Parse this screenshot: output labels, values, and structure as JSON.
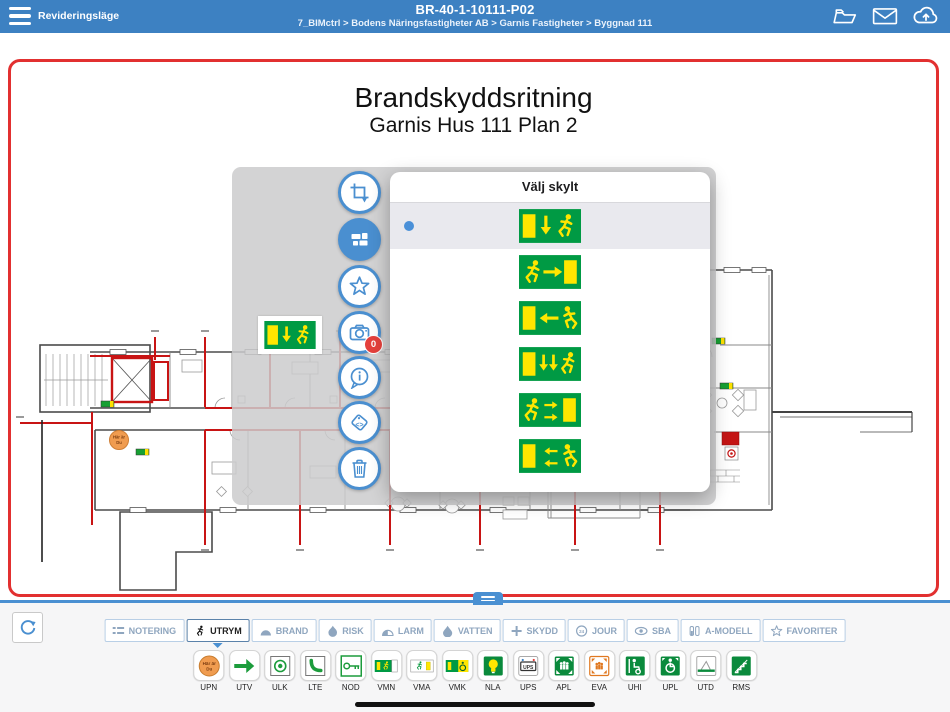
{
  "header": {
    "mode_label": "Revideringsläge",
    "title": "BR-40-1-10111-P02",
    "breadcrumb": "7_BIMctrl > Bodens Näringsfastigheter AB > Garnis Fastigheter > Byggnad 111",
    "right_icons": [
      "folder-open-icon",
      "envelope-icon",
      "cloud-upload-icon"
    ]
  },
  "drawing": {
    "title": "Brandskyddsritning",
    "subtitle": "Garnis Hus 111 Plan 2",
    "border_color": "#e23030",
    "you_are_here": {
      "line1": "Här är",
      "line2": "Du"
    }
  },
  "side_toolbar": {
    "camera_badge": "0",
    "buttons": [
      {
        "icon": "crop-icon",
        "active": false
      },
      {
        "icon": "layout-cards-icon",
        "active": true
      },
      {
        "icon": "star-icon",
        "active": false
      },
      {
        "icon": "camera-icon",
        "active": false,
        "badge": "0"
      },
      {
        "icon": "info-bubble-icon",
        "active": false
      },
      {
        "icon": "tag-code-icon",
        "active": false
      },
      {
        "icon": "trash-icon",
        "active": false
      }
    ]
  },
  "popup": {
    "title": "Välj skylt",
    "options": [
      {
        "sign": "exit-door-left-arrow-down-runner",
        "selected": true
      },
      {
        "sign": "exit-runner-arrow-right-door-right",
        "selected": false
      },
      {
        "sign": "exit-door-left-arrow-left-runner",
        "selected": false
      },
      {
        "sign": "exit-door-left-double-arrow-down-runner",
        "selected": false
      },
      {
        "sign": "exit-runner-double-arrow-right-door-right",
        "selected": false
      },
      {
        "sign": "exit-door-left-double-arrow-left-runner",
        "selected": false
      }
    ]
  },
  "bottom_bar": {
    "tabs": [
      {
        "label": "NOTERING",
        "icon": "list-icon",
        "active": false
      },
      {
        "label": "UTRYM",
        "icon": "running-man-icon",
        "active": true
      },
      {
        "label": "BRAND",
        "icon": "dome-icon",
        "active": false
      },
      {
        "label": "RISK",
        "icon": "flame-icon",
        "active": false
      },
      {
        "label": "LARM",
        "icon": "half-dome-icon",
        "active": false
      },
      {
        "label": "VATTEN",
        "icon": "droplet-icon",
        "active": false
      },
      {
        "label": "SKYDD",
        "icon": "plus-icon",
        "active": false
      },
      {
        "label": "JOUR",
        "icon": "clock-24-icon",
        "active": false
      },
      {
        "label": "SBA",
        "icon": "eye-icon",
        "active": false
      },
      {
        "label": "A-MODELL",
        "icon": "building-icon",
        "active": false
      },
      {
        "label": "FAVORITER",
        "icon": "star-outline-icon",
        "active": false
      }
    ],
    "tools": [
      {
        "label": "UPN",
        "icon": "you-are-here-icon"
      },
      {
        "label": "UTV",
        "icon": "green-arrow-right-icon"
      },
      {
        "label": "ULK",
        "icon": "target-icon"
      },
      {
        "label": "LTE",
        "icon": "phone-icon"
      },
      {
        "label": "NOD",
        "icon": "key-icon"
      },
      {
        "label": "VMN",
        "icon": "exit-sign-small-icon"
      },
      {
        "label": "VMA",
        "icon": "exit-sign-white-icon"
      },
      {
        "label": "VMK",
        "icon": "exit-sign-wheelchair-icon"
      },
      {
        "label": "NLA",
        "icon": "emergency-light-icon"
      },
      {
        "label": "UPS",
        "icon": "ups-battery-icon",
        "inner_text": "UPS"
      },
      {
        "label": "APL",
        "icon": "assembly-point-icon"
      },
      {
        "label": "EVA",
        "icon": "evacuation-area-icon"
      },
      {
        "label": "UHI",
        "icon": "evac-chair-icon"
      },
      {
        "label": "UPL",
        "icon": "wheelchair-refuge-icon"
      },
      {
        "label": "UTD",
        "icon": "ramp-icon"
      },
      {
        "label": "RMS",
        "icon": "stairs-icon"
      }
    ]
  },
  "colors": {
    "header_blue": "#3d81c2",
    "accent_blue": "#4a8fd0",
    "canvas_border_red": "#e23030",
    "sign_green": "#009A44",
    "sign_yellow": "#ffe600",
    "badge_red": "#e5403c",
    "compartment_red": "#c81414"
  }
}
